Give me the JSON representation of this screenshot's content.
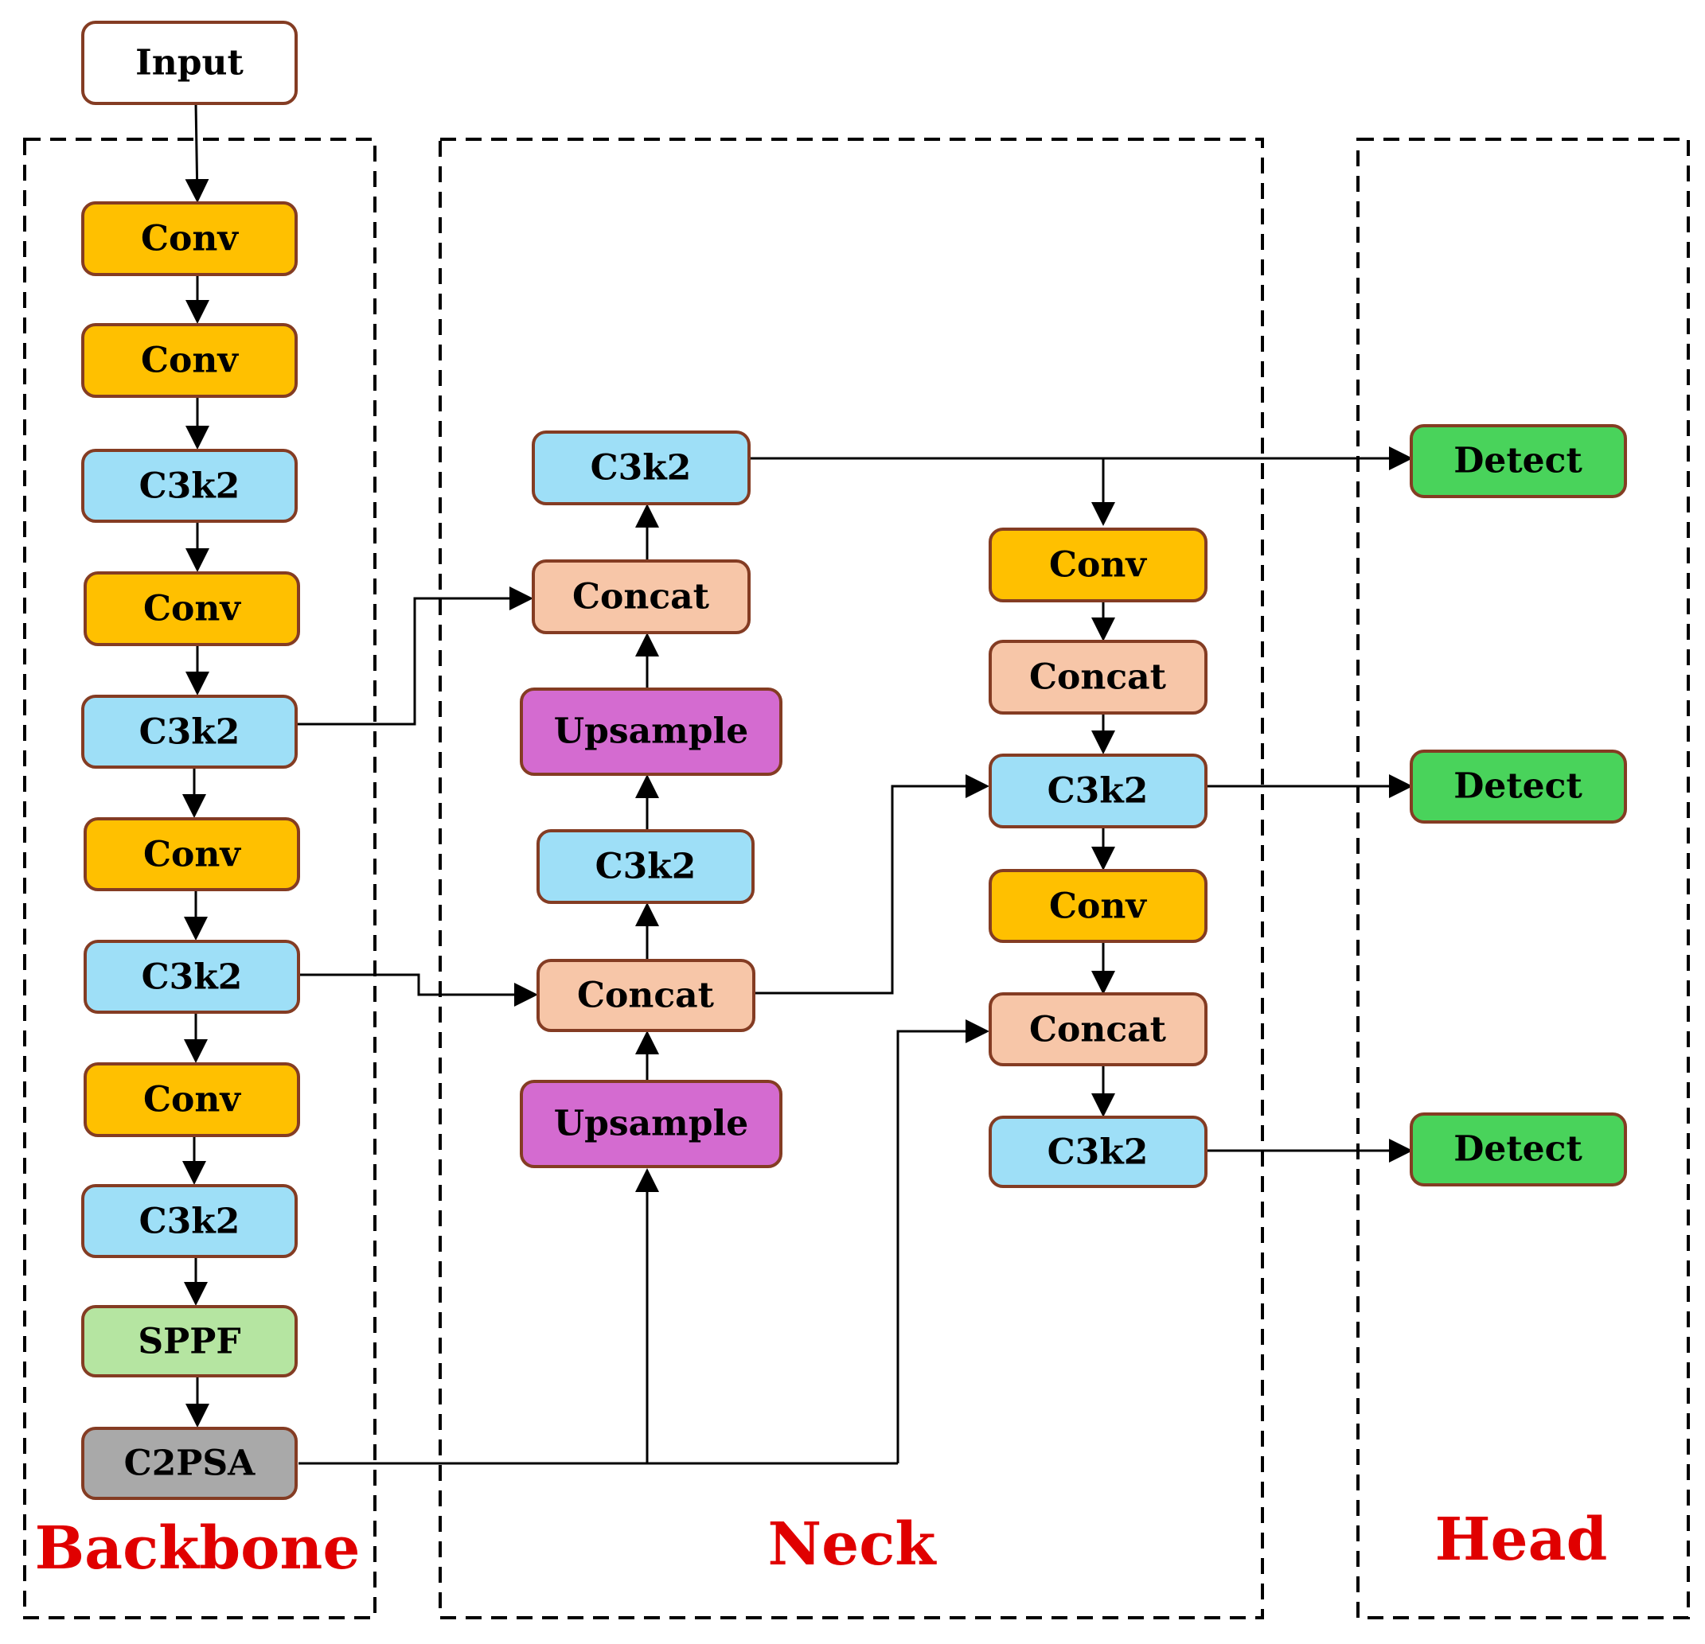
{
  "sections": {
    "backbone": "Backbone",
    "neck": "Neck",
    "head": "Head"
  },
  "colors": {
    "input": "#ffffff",
    "conv": "#ffc000",
    "c3k2": "#9edff7",
    "concat": "#f7c6a8",
    "upsample": "#d46bd0",
    "detect": "#49d35b",
    "sppf": "#b5e5a1",
    "c2psa": "#a9a9a9",
    "border": "#843c23",
    "section_label": "#e00000"
  },
  "nodes": {
    "input": "Input",
    "bb_conv1": "Conv",
    "bb_conv2": "Conv",
    "bb_c3k2_1": "C3k2",
    "bb_conv3": "Conv",
    "bb_c3k2_2": "C3k2",
    "bb_conv4": "Conv",
    "bb_c3k2_3": "C3k2",
    "bb_conv5": "Conv",
    "bb_c3k2_4": "C3k2",
    "bb_sppf": "SPPF",
    "bb_c2psa": "C2PSA",
    "nk_c3k2_top": "C3k2",
    "nk_concat_1": "Concat",
    "nk_upsample_1": "Upsample",
    "nk_c3k2_mid": "C3k2",
    "nk_concat_2": "Concat",
    "nk_upsample_2": "Upsample",
    "nk_conv_r1": "Conv",
    "nk_concat_r1": "Concat",
    "nk_c3k2_r1": "C3k2",
    "nk_conv_r2": "Conv",
    "nk_concat_r2": "Concat",
    "nk_c3k2_r2": "C3k2",
    "hd_detect_1": "Detect",
    "hd_detect_2": "Detect",
    "hd_detect_3": "Detect"
  }
}
